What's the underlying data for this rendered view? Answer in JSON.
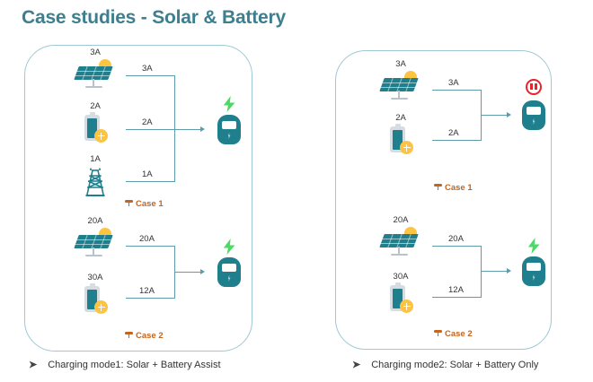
{
  "slide": {
    "title": "Case studies - Solar & Battery",
    "title_color": "#3d7f8f"
  },
  "colors": {
    "teal": "#1f7f8c",
    "panel_border": "#9ec9d4",
    "wire": "#5e9cab",
    "yellow": "#fdc443",
    "green": "#4cd964",
    "red": "#e8232a",
    "caption_orange": "#c4651f"
  },
  "left_panel": {
    "caption": {
      "bullet": "➤",
      "text": "Charging mode1: Solar + Battery Assist"
    },
    "cases": [
      {
        "label": "Case 1",
        "charger_status": "bolt",
        "sources": [
          {
            "icon": "solar-panel-icon",
            "amps": "3A",
            "flow": "3A"
          },
          {
            "icon": "battery-icon",
            "amps": "2A",
            "flow": "2A"
          },
          {
            "icon": "grid-tower-icon",
            "amps": "1A",
            "flow": "1A"
          }
        ]
      },
      {
        "label": "Case 2",
        "charger_status": "bolt",
        "sources": [
          {
            "icon": "solar-panel-icon",
            "amps": "20A",
            "flow": "20A"
          },
          {
            "icon": "battery-icon",
            "amps": "30A",
            "flow": "12A"
          }
        ]
      }
    ]
  },
  "right_panel": {
    "caption": {
      "bullet": "➤",
      "text": "Charging mode2: Solar + Battery Only"
    },
    "cases": [
      {
        "label": "Case 1",
        "charger_status": "pause",
        "sources": [
          {
            "icon": "solar-panel-icon",
            "amps": "3A",
            "flow": "3A"
          },
          {
            "icon": "battery-icon",
            "amps": "2A",
            "flow": "2A"
          }
        ]
      },
      {
        "label": "Case 2",
        "charger_status": "bolt",
        "sources": [
          {
            "icon": "solar-panel-icon",
            "amps": "20A",
            "flow": "20A"
          },
          {
            "icon": "battery-icon",
            "amps": "30A",
            "flow": "12A"
          }
        ]
      }
    ]
  }
}
